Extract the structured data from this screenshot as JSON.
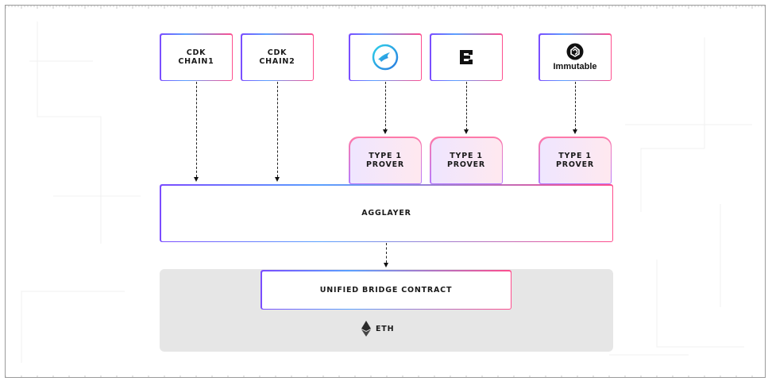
{
  "chains": [
    {
      "line1": "CDK",
      "line2": "CHAIN1"
    },
    {
      "line1": "CDK",
      "line2": "CHAIN2"
    }
  ],
  "logos": [
    {
      "icon": "falcon-logo-icon"
    },
    {
      "icon": "block-logo-icon"
    },
    {
      "icon": "immutable-logo-icon",
      "text": "Immutable"
    }
  ],
  "provers": [
    {
      "line1": "TYPE 1",
      "line2": "PROVER"
    },
    {
      "line1": "TYPE 1",
      "line2": "PROVER"
    },
    {
      "line1": "TYPE 1",
      "line2": "PROVER"
    }
  ],
  "agglayer": {
    "label": "AGGLAYER"
  },
  "bridge": {
    "label": "UNIFIED BRIDGE CONTRACT"
  },
  "eth": {
    "label": "ETH",
    "icon": "ethereum-icon"
  },
  "colors": {
    "gradient_start": "#7b4cff",
    "gradient_mid": "#5aa0ff",
    "gradient_end": "#ff4d8d",
    "eth_band": "#e6e6e6"
  }
}
